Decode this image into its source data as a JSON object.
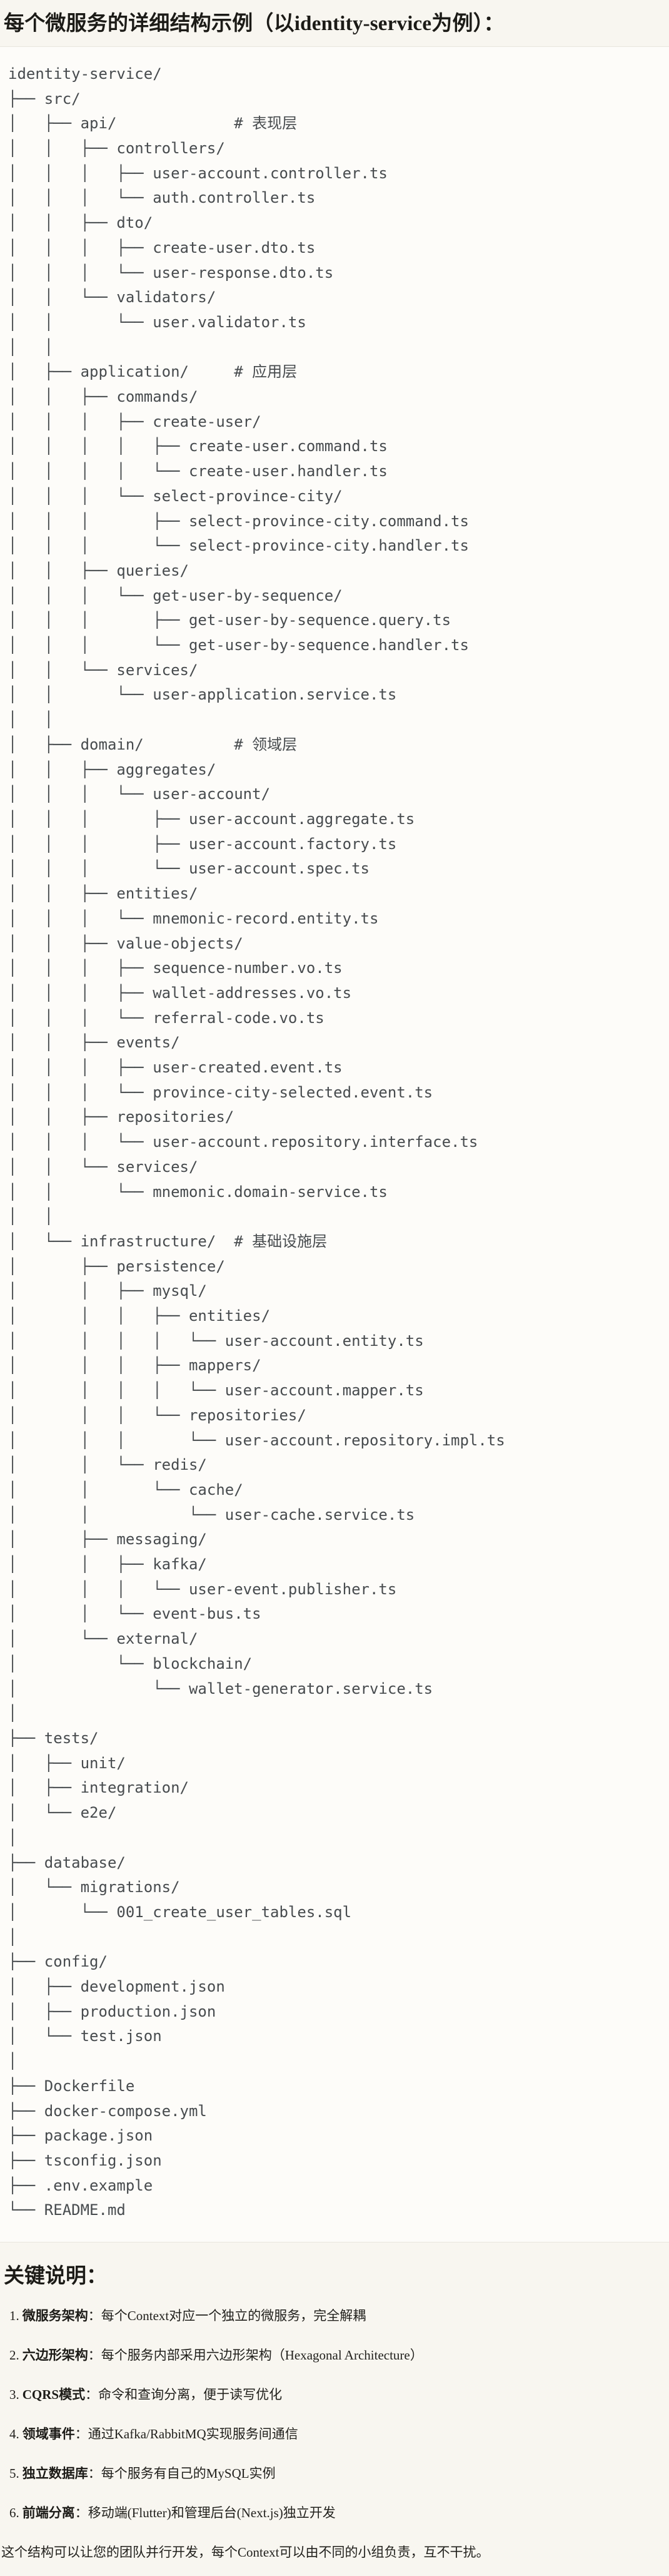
{
  "page": {
    "title": "每个微服务的详细结构示例（以identity-service为例）：",
    "colors": {
      "page_bg": "#f8f6f0",
      "code_bg": "#fdfcf9",
      "code_border": "#e9e6de",
      "code_text": "#474b4e",
      "heading_text": "#1c1b17",
      "body_text": "#22211d"
    }
  },
  "code_block": {
    "content_type": "directory-tree",
    "root": "identity-service/",
    "layer_comments": [
      "# 表现层",
      "# 应用层",
      "# 领域层",
      "# 基础设施层"
    ],
    "lines": [
      "identity-service/",
      "├── src/",
      "│   ├── api/             # 表现层",
      "│   │   ├── controllers/",
      "│   │   │   ├── user-account.controller.ts",
      "│   │   │   └── auth.controller.ts",
      "│   │   ├── dto/",
      "│   │   │   ├── create-user.dto.ts",
      "│   │   │   └── user-response.dto.ts",
      "│   │   └── validators/",
      "│   │       └── user.validator.ts",
      "│   │",
      "│   ├── application/     # 应用层",
      "│   │   ├── commands/",
      "│   │   │   ├── create-user/",
      "│   │   │   │   ├── create-user.command.ts",
      "│   │   │   │   └── create-user.handler.ts",
      "│   │   │   └── select-province-city/",
      "│   │   │       ├── select-province-city.command.ts",
      "│   │   │       └── select-province-city.handler.ts",
      "│   │   ├── queries/",
      "│   │   │   └── get-user-by-sequence/",
      "│   │   │       ├── get-user-by-sequence.query.ts",
      "│   │   │       └── get-user-by-sequence.handler.ts",
      "│   │   └── services/",
      "│   │       └── user-application.service.ts",
      "│   │",
      "│   ├── domain/          # 领域层",
      "│   │   ├── aggregates/",
      "│   │   │   └── user-account/",
      "│   │   │       ├── user-account.aggregate.ts",
      "│   │   │       ├── user-account.factory.ts",
      "│   │   │       └── user-account.spec.ts",
      "│   │   ├── entities/",
      "│   │   │   └── mnemonic-record.entity.ts",
      "│   │   ├── value-objects/",
      "│   │   │   ├── sequence-number.vo.ts",
      "│   │   │   ├── wallet-addresses.vo.ts",
      "│   │   │   └── referral-code.vo.ts",
      "│   │   ├── events/",
      "│   │   │   ├── user-created.event.ts",
      "│   │   │   └── province-city-selected.event.ts",
      "│   │   ├── repositories/",
      "│   │   │   └── user-account.repository.interface.ts",
      "│   │   └── services/",
      "│   │       └── mnemonic.domain-service.ts",
      "│   │",
      "│   └── infrastructure/  # 基础设施层",
      "│       ├── persistence/",
      "│       │   ├── mysql/",
      "│       │   │   ├── entities/",
      "│       │   │   │   └── user-account.entity.ts",
      "│       │   │   ├── mappers/",
      "│       │   │   │   └── user-account.mapper.ts",
      "│       │   │   └── repositories/",
      "│       │   │       └── user-account.repository.impl.ts",
      "│       │   └── redis/",
      "│       │       └── cache/",
      "│       │           └── user-cache.service.ts",
      "│       ├── messaging/",
      "│       │   ├── kafka/",
      "│       │   │   └── user-event.publisher.ts",
      "│       │   └── event-bus.ts",
      "│       └── external/",
      "│           └── blockchain/",
      "│               └── wallet-generator.service.ts",
      "│",
      "├── tests/",
      "│   ├── unit/",
      "│   ├── integration/",
      "│   └── e2e/",
      "│",
      "├── database/",
      "│   └── migrations/",
      "│       └── 001_create_user_tables.sql",
      "│",
      "├── config/",
      "│   ├── development.json",
      "│   ├── production.json",
      "│   └── test.json",
      "│",
      "├── Dockerfile",
      "├── docker-compose.yml",
      "├── package.json",
      "├── tsconfig.json",
      "├── .env.example",
      "└── README.md"
    ]
  },
  "notes": {
    "heading": "关键说明：",
    "items": [
      {
        "num": "1.",
        "label": "微服务架构",
        "text": "：每个Context对应一个独立的微服务，完全解耦"
      },
      {
        "num": "2.",
        "label": "六边形架构",
        "text": "：每个服务内部采用六边形架构（Hexagonal Architecture）"
      },
      {
        "num": "3.",
        "label": "CQRS模式",
        "text": "：命令和查询分离，便于读写优化"
      },
      {
        "num": "4.",
        "label": "领域事件",
        "text": "：通过Kafka/RabbitMQ实现服务间通信"
      },
      {
        "num": "5.",
        "label": "独立数据库",
        "text": "：每个服务有自己的MySQL实例"
      },
      {
        "num": "6.",
        "label": "前端分离",
        "text": "：移动端(Flutter)和管理后台(Next.js)独立开发"
      }
    ],
    "footer": "这个结构可以让您的团队并行开发，每个Context可以由不同的小组负责，互不干扰。"
  }
}
